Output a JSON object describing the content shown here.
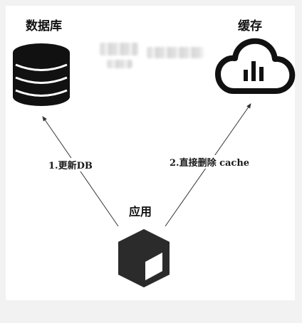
{
  "nodes": {
    "database": {
      "label": "数据库",
      "icon": "database-icon"
    },
    "cache": {
      "label": "缓存",
      "icon": "cloud-chart-icon"
    },
    "app": {
      "label": "应用",
      "icon": "box-icon"
    }
  },
  "edges": {
    "update_db": {
      "label": "1.更新DB"
    },
    "delete_cache": {
      "label": "2.直接删除 cache"
    }
  },
  "colors": {
    "ink": "#111111",
    "box": "#2b2b2b",
    "arrow": "#333333"
  }
}
